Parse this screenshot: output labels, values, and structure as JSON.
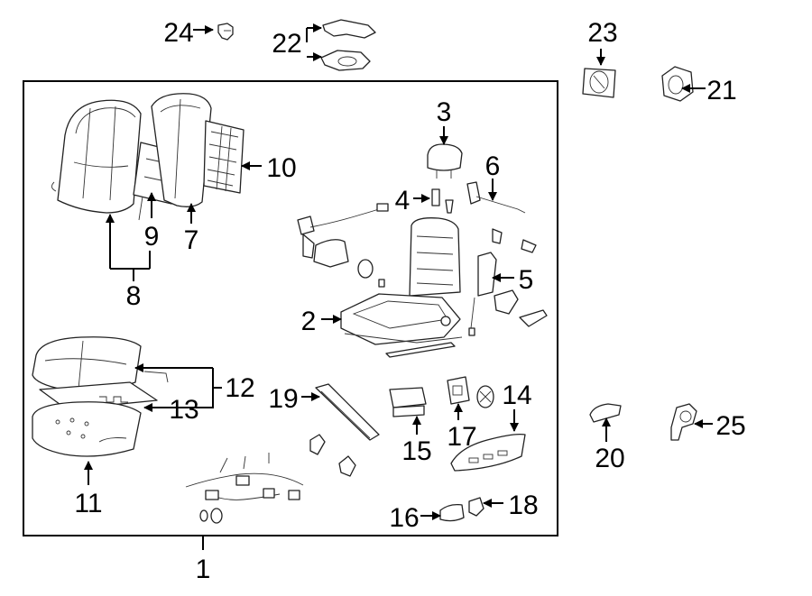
{
  "callouts": [
    "1",
    "2",
    "3",
    "4",
    "5",
    "6",
    "7",
    "8",
    "9",
    "10",
    "11",
    "12",
    "13",
    "14",
    "15",
    "16",
    "17",
    "18",
    "19",
    "20",
    "21",
    "22",
    "23",
    "24",
    "25"
  ],
  "colors": {
    "line": "#000000",
    "background": "#ffffff"
  }
}
